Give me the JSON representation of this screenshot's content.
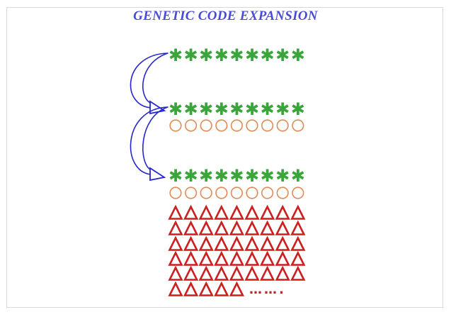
{
  "title": "GENETIC CODE EXPANSION",
  "colors": {
    "title": "#4a4ad8",
    "arrow": "#2626d0",
    "star": "#3aa53a",
    "circle": "#e08a55",
    "triangle": "#cc1f1f",
    "dots": "#cc1f1f"
  },
  "symbols": {
    "star_glyph": "✱",
    "trailing_dots": "……."
  },
  "rows": [
    {
      "kind": "star",
      "count": 9
    },
    {
      "kind": "star",
      "count": 9
    },
    {
      "kind": "circle",
      "count": 9
    },
    {
      "kind": "star",
      "count": 9
    },
    {
      "kind": "circle",
      "count": 9
    },
    {
      "kind": "triangle",
      "count": 9
    },
    {
      "kind": "triangle",
      "count": 9
    },
    {
      "kind": "triangle",
      "count": 9
    },
    {
      "kind": "triangle",
      "count": 9
    },
    {
      "kind": "triangle",
      "count": 9
    },
    {
      "kind": "triangle",
      "count": 5,
      "trailing": true
    }
  ],
  "arrows": [
    {
      "from_row": 0,
      "to_row": 1
    },
    {
      "from_row": 1,
      "to_row": 3
    }
  ]
}
